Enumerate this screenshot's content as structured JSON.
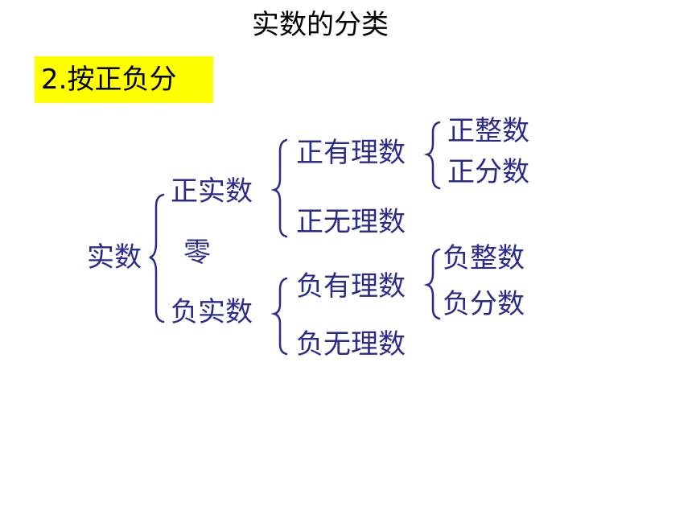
{
  "title": "实数的分类",
  "heading": "2.按正负分",
  "colors": {
    "text": "#2b2b8c",
    "heading_bg": "#ffff00"
  },
  "tree": {
    "root": "实数",
    "level1": {
      "positive": "正实数",
      "zero": "零",
      "negative": "负实数"
    },
    "level2": {
      "pos_rational": "正有理数",
      "pos_irrational": "正无理数",
      "neg_rational": "负有理数",
      "neg_irrational": "负无理数"
    },
    "level3": {
      "pos_integer": "正整数",
      "pos_fraction": "正分数",
      "neg_integer": "负整数",
      "neg_fraction": "负分数"
    }
  }
}
